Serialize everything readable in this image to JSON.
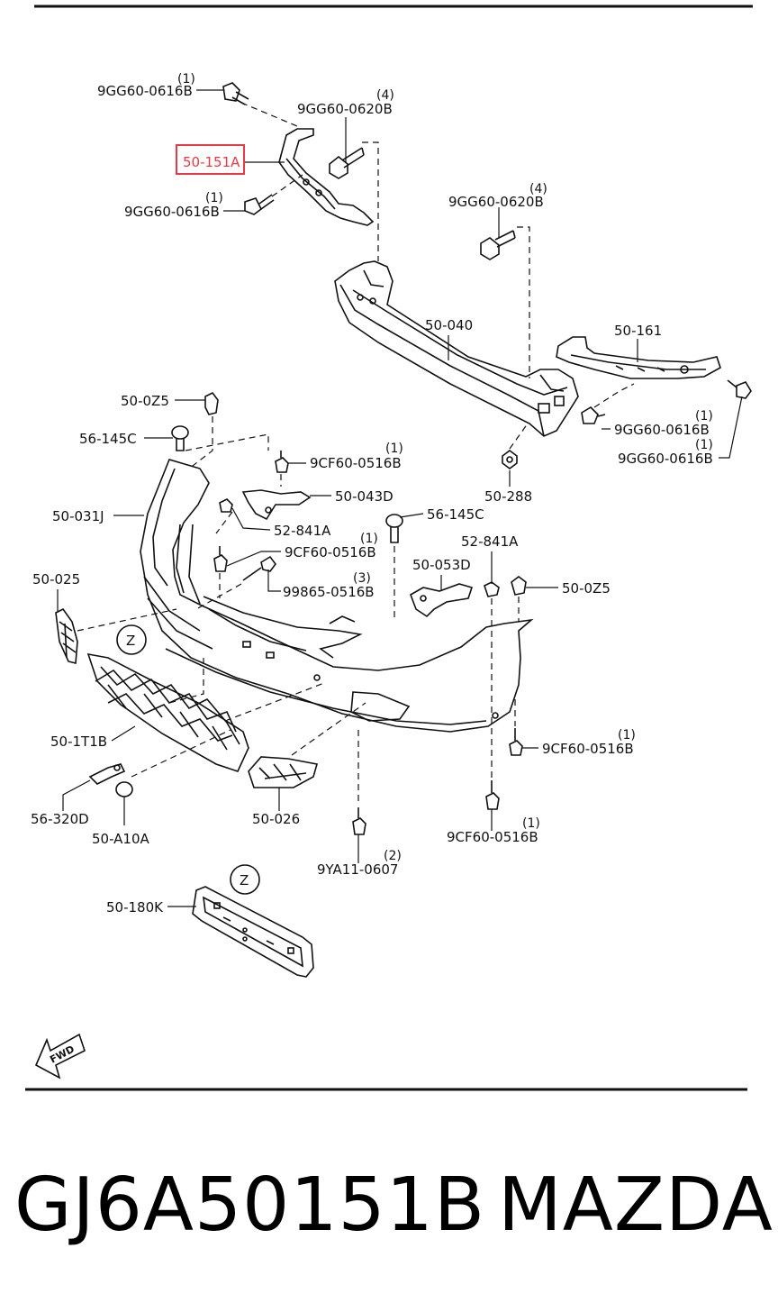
{
  "callouts": {
    "c_9gg60_0616b_a": "9GG60-0616B",
    "q_a": "(1)",
    "c_9gg60_0620b_a": "9GG60-0620B",
    "q_b": "(4)",
    "c_50_151a": "50-151A",
    "c_9gg60_0616b_b": "9GG60-0616B",
    "q_c": "(1)",
    "c_9gg60_0620b_b": "9GG60-0620B",
    "q_d": "(4)",
    "c_50_040": "50-040",
    "c_50_161": "50-161",
    "c_9gg60_0616b_c": "9GG60-0616B",
    "q_e": "(1)",
    "c_9gg60_0616b_d": "9GG60-0616B",
    "q_f": "(1)",
    "c_50_288": "50-288",
    "c_50_0z5_a": "50-0Z5",
    "c_56_145c_a": "56-145C",
    "c_9cf60_0516b_a": "9CF60-0516B",
    "q_g": "(1)",
    "c_50_043d": "50-043D",
    "c_50_031j": "50-031J",
    "c_52_841a_a": "52-841A",
    "c_56_145c_b": "56-145C",
    "c_9cf60_0516b_b": "9CF60-0516B",
    "q_h": "(1)",
    "c_52_841a_b": "52-841A",
    "c_50_025": "50-025",
    "c_99865_0516b": "99865-0516B",
    "q_i": "(3)",
    "c_50_053d": "50-053D",
    "c_50_0z5_b": "50-0Z5",
    "c_z_a": "Z",
    "c_50_1t1b": "50-1T1B",
    "c_9cf60_0516b_c": "9CF60-0516B",
    "q_j": "(1)",
    "c_56_320d": "56-320D",
    "c_50_a10a": "50-A10A",
    "c_50_026": "50-026",
    "c_9cf60_0516b_d": "9CF60-0516B",
    "q_k": "(1)",
    "c_9ya11_0607": "9YA11-0607",
    "q_l": "(2)",
    "c_z_b": "Z",
    "c_50_180k": "50-180K",
    "c_fwd": "FWD"
  },
  "highlight": {
    "part": "50-151A",
    "color": "#e63b45"
  },
  "caption": {
    "part_number": "GJ6A50151B",
    "brand": "MAZDA"
  }
}
